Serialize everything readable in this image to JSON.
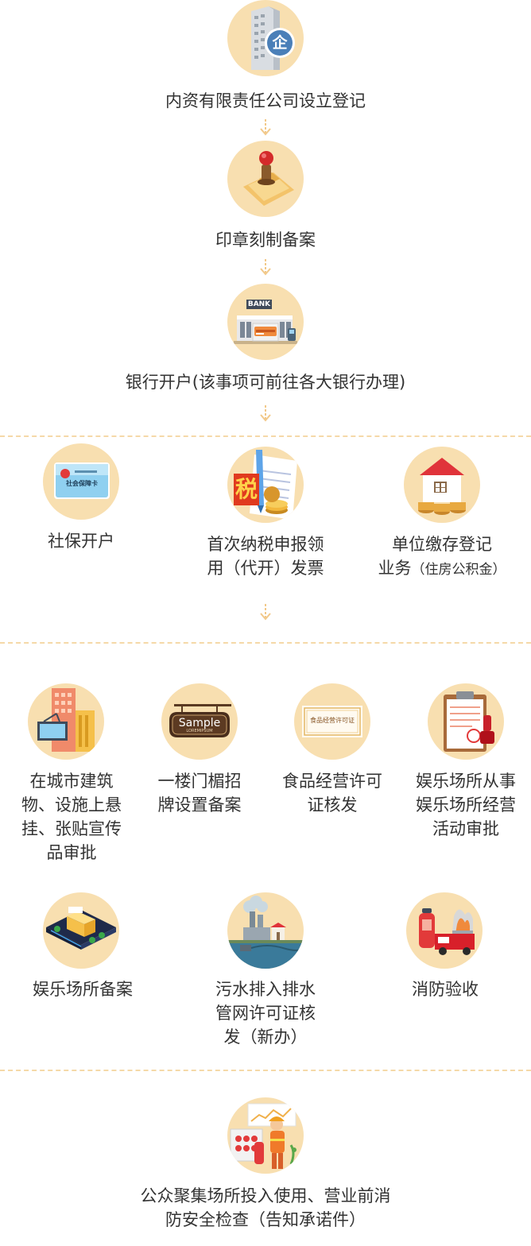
{
  "colors": {
    "circle_bg": "#f8dfb0",
    "arrow": "#f2c98a",
    "divider": "#f5d9a8",
    "text": "#333333"
  },
  "steps": {
    "company_registration": {
      "label": "内资有限责任公司设立登记",
      "icon": "office-building-icon",
      "badge": "企"
    },
    "seal_filing": {
      "label": "印章刻制备案",
      "icon": "seal-stamp-icon"
    },
    "bank_account": {
      "label": "银行开户(该事项可前往各大银行办理)",
      "icon": "bank-icon",
      "bank_sign": "BANK"
    },
    "social_security": {
      "label": "社保开户",
      "icon": "social-security-card-icon",
      "card_text": "社会保障卡"
    },
    "tax_invoice": {
      "line1": "首次纳税申报领",
      "line2": "用（代开）发票",
      "icon": "tax-icon",
      "tax_char": "税"
    },
    "housing_fund": {
      "line1": "单位缴存登记",
      "line2_main": "业务",
      "line2_small": "（住房公积金）",
      "icon": "house-coins-icon"
    },
    "outdoor_ads": {
      "line1": "在城市建筑",
      "line2": "物、设施上悬",
      "line3": "挂、张贴宣传",
      "line4": "品审批",
      "icon": "building-billboard-icon"
    },
    "shop_sign": {
      "line1": "一楼门楣招",
      "line2": "牌设置备案",
      "icon": "shop-sign-icon",
      "sign_main": "Sample",
      "sign_sub": "LOREMIPSUM"
    },
    "food_license": {
      "line1": "食品经营许可",
      "line2": "证核发",
      "icon": "certificate-icon",
      "cert_text": "食品经营许可证"
    },
    "entertainment_approval": {
      "line1": "娱乐场所从事",
      "line2": "娱乐场所经营",
      "line3": "活动审批",
      "icon": "clipboard-approval-icon"
    },
    "entertainment_filing": {
      "label": "娱乐场所备案",
      "icon": "isometric-city-icon"
    },
    "sewage_permit": {
      "line1": "污水排入排水",
      "line2": "管网许可证核",
      "line3": "发（新办）",
      "icon": "factory-sewage-icon"
    },
    "fire_acceptance": {
      "label": "消防验收",
      "icon": "fire-truck-icon"
    },
    "public_fire_check": {
      "line1": "公众聚集场所投入使用、营业前消",
      "line2": "防安全检查（告知承诺件）",
      "icon": "firefighter-icon"
    }
  }
}
